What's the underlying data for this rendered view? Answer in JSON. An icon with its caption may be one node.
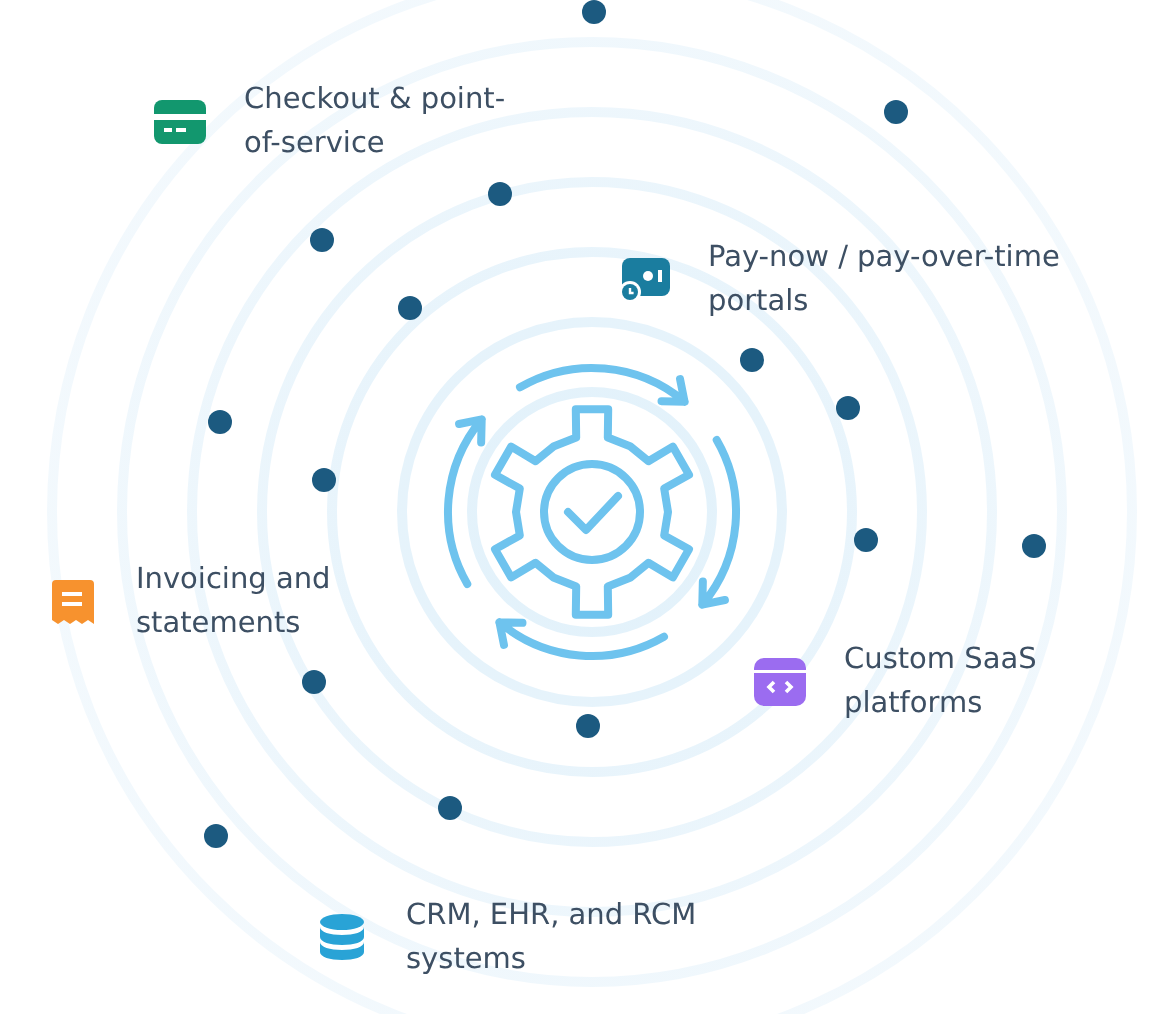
{
  "diagram": {
    "labels": [
      "Checkout & point-of-service",
      "Pay-now / pay-over-time portals",
      "Invoicing and statements",
      "Custom SaaS platforms",
      "CRM, EHR, and RCM systems"
    ]
  }
}
